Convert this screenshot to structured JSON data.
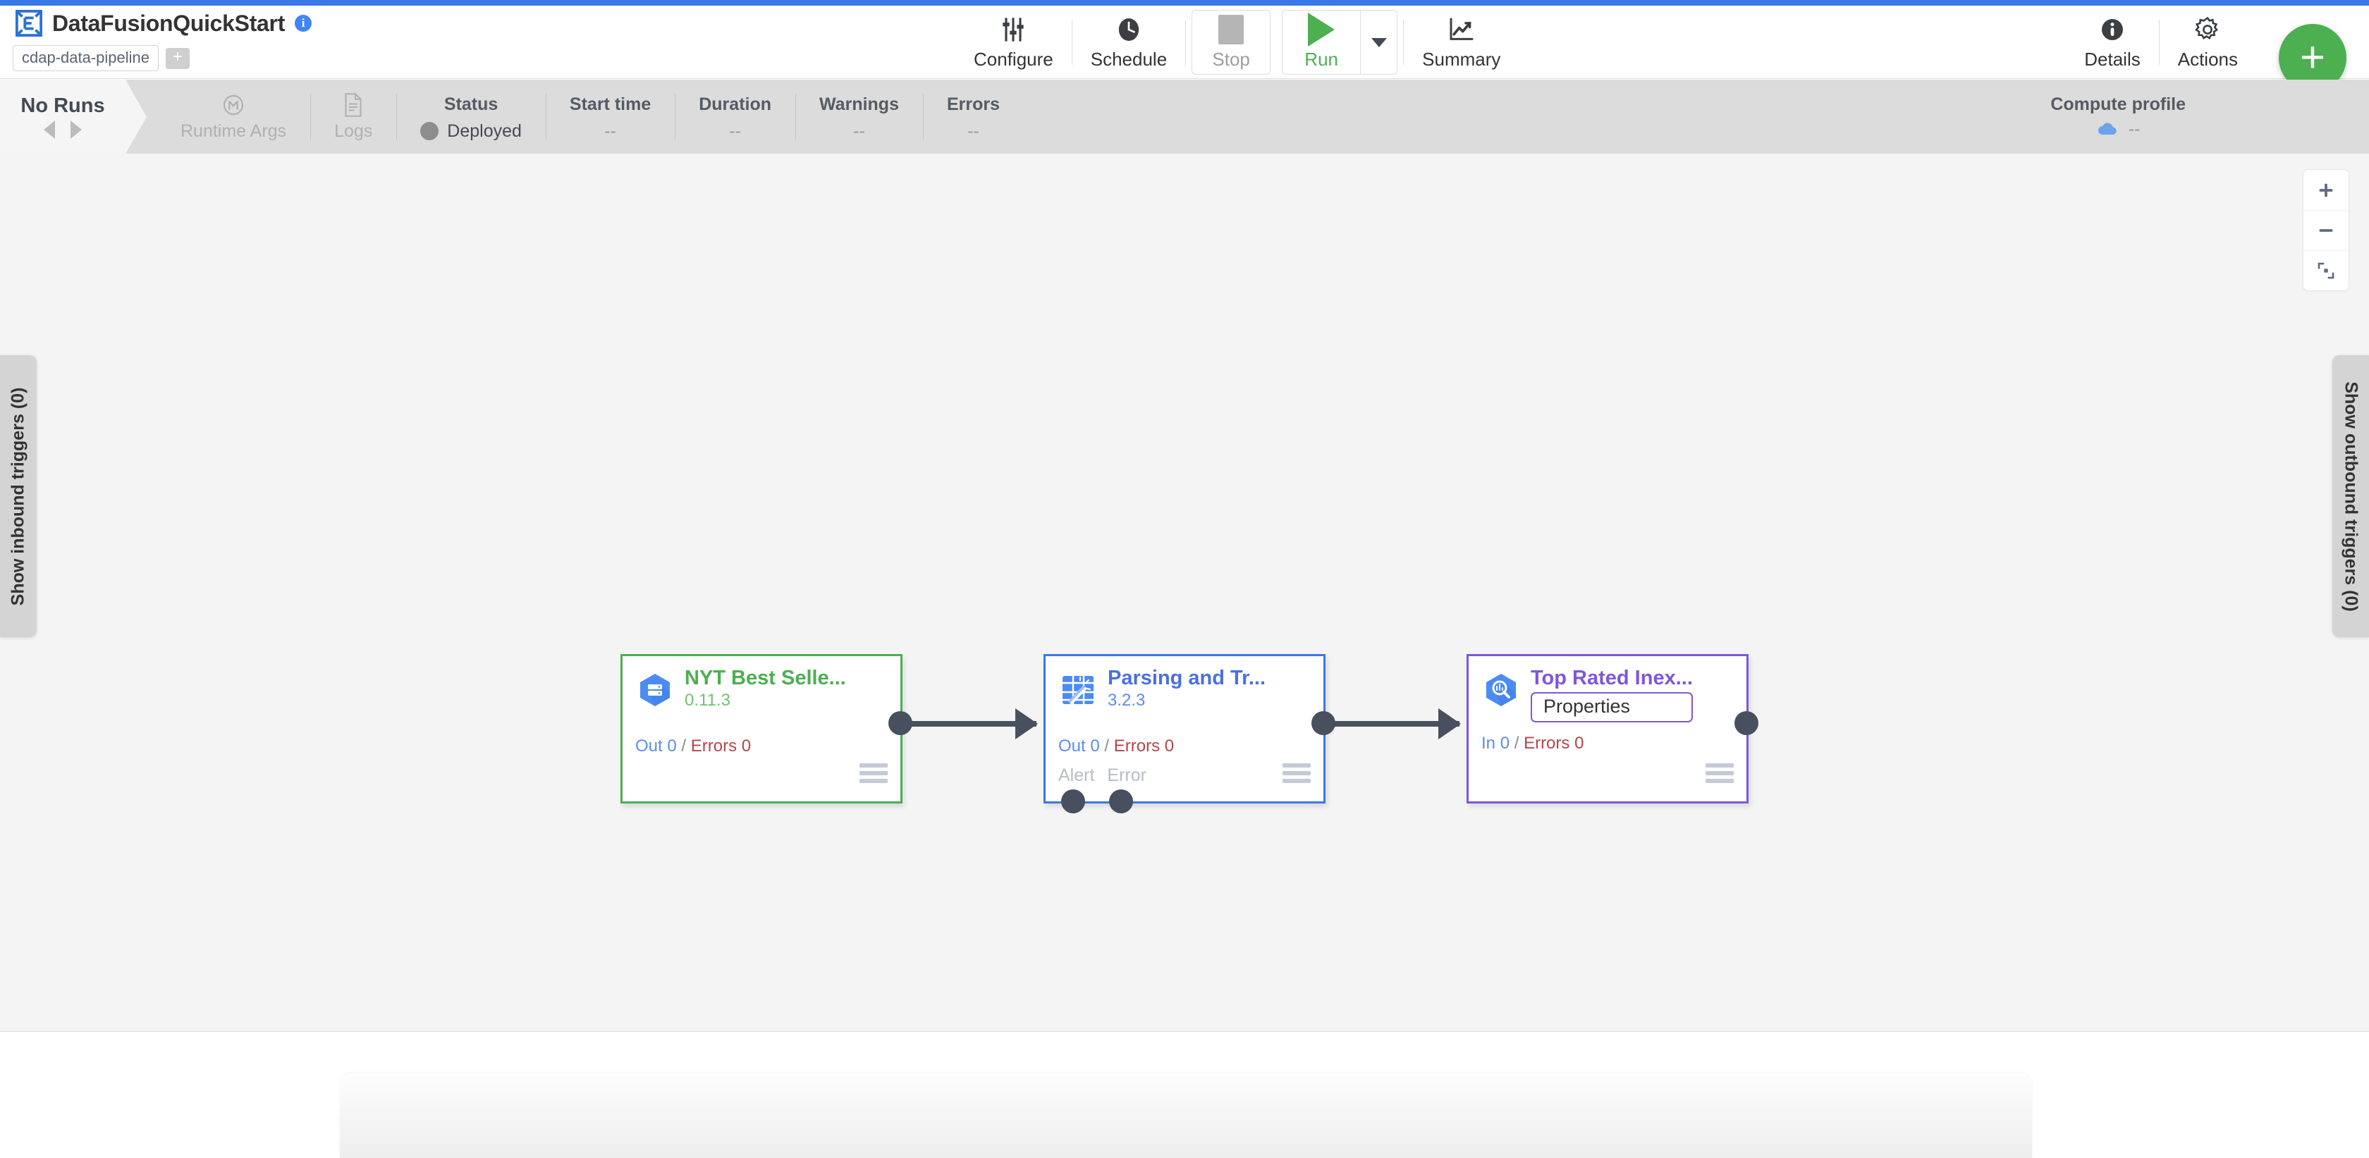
{
  "accent_color": "#3b78e7",
  "header": {
    "logo_icon": "cdap-logo-icon",
    "pipeline_name": "DataFusionQuickStart",
    "info_icon": "info-icon",
    "artifact_chip": "cdap-data-pipeline",
    "add_chip": "+"
  },
  "toolbar": {
    "center_buttons": [
      {
        "label": "Configure",
        "icon": "sliders-icon",
        "disabled": false
      },
      {
        "label": "Schedule",
        "icon": "clock-icon",
        "disabled": false
      }
    ],
    "stop": {
      "label": "Stop",
      "icon": "stop-square-icon",
      "disabled": true
    },
    "run": {
      "label": "Run",
      "icon": "play-triangle-icon",
      "disabled": false
    },
    "run_caret_icon": "chevron-down-icon",
    "summary": {
      "label": "Summary",
      "icon": "line-chart-icon"
    },
    "right_buttons": [
      {
        "label": "Details",
        "icon": "info-filled-icon"
      },
      {
        "label": "Actions",
        "icon": "gear-icon"
      }
    ],
    "fab": {
      "label": "+",
      "icon": "plus-icon",
      "color": "#4caf50"
    }
  },
  "statusbar": {
    "runs_title": "No Runs",
    "prev_icon": "caret-left-icon",
    "next_icon": "caret-right-icon",
    "metrics": [
      {
        "label": "Runtime Args",
        "value": "",
        "icon": "macro-m-icon",
        "disabled": true
      },
      {
        "label": "Logs",
        "value": "",
        "icon": "document-icon",
        "disabled": true
      },
      {
        "label": "Status",
        "value": "Deployed",
        "icon": "status-dot-icon",
        "disabled": false
      },
      {
        "label": "Start time",
        "value": "--",
        "icon": "",
        "disabled": false
      },
      {
        "label": "Duration",
        "value": "--",
        "icon": "",
        "disabled": false
      },
      {
        "label": "Warnings",
        "value": "--",
        "icon": "",
        "disabled": false
      },
      {
        "label": "Errors",
        "value": "--",
        "icon": "",
        "disabled": false
      }
    ],
    "compute_profile": {
      "label": "Compute profile",
      "icon": "cloud-icon",
      "value": "--"
    }
  },
  "canvas": {
    "zoom_controls": [
      {
        "name": "zoom-in",
        "icon": "plus-icon"
      },
      {
        "name": "zoom-out",
        "icon": "minus-icon"
      },
      {
        "name": "fit-to-screen",
        "icon": "fit-screen-icon"
      }
    ],
    "inbound_triggers_tab": "Show inbound triggers (0)",
    "outbound_triggers_tab": "Show outbound triggers (0)",
    "nodes": [
      {
        "id": "node-nyt-best-sellers",
        "name": "NYT Best Selle...",
        "version": "0.11.3",
        "icon": "gcs-hexagon-icon",
        "accent": "#4caf50",
        "metrics": {
          "in_label": "Out",
          "in_value": "0",
          "sep": "/",
          "err_label": "Errors",
          "err_value": "0"
        },
        "ports": [],
        "has_properties_button": false,
        "properties_label": "",
        "menu_icon": "hamburger-menu-icon"
      },
      {
        "id": "node-parsing-and-transform",
        "name": "Parsing and Tr...",
        "version": "3.2.3",
        "icon": "wrangler-icon",
        "accent": "#3b78e7",
        "metrics": {
          "in_label": "Out",
          "in_value": "0",
          "sep": "/",
          "err_label": "Errors",
          "err_value": "0"
        },
        "ports": [
          "Alert",
          "Error"
        ],
        "has_properties_button": false,
        "properties_label": "",
        "menu_icon": "hamburger-menu-icon"
      },
      {
        "id": "node-top-rated-inexpensive",
        "name": "Top Rated Inex...",
        "version": "",
        "icon": "bigquery-hexagon-icon",
        "accent": "#7e57d8",
        "metrics": {
          "in_label": "In",
          "in_value": "0",
          "sep": "/",
          "err_label": "Errors",
          "err_value": "0"
        },
        "ports": [],
        "has_properties_button": true,
        "properties_label": "Properties",
        "menu_icon": "hamburger-menu-icon"
      }
    ]
  }
}
